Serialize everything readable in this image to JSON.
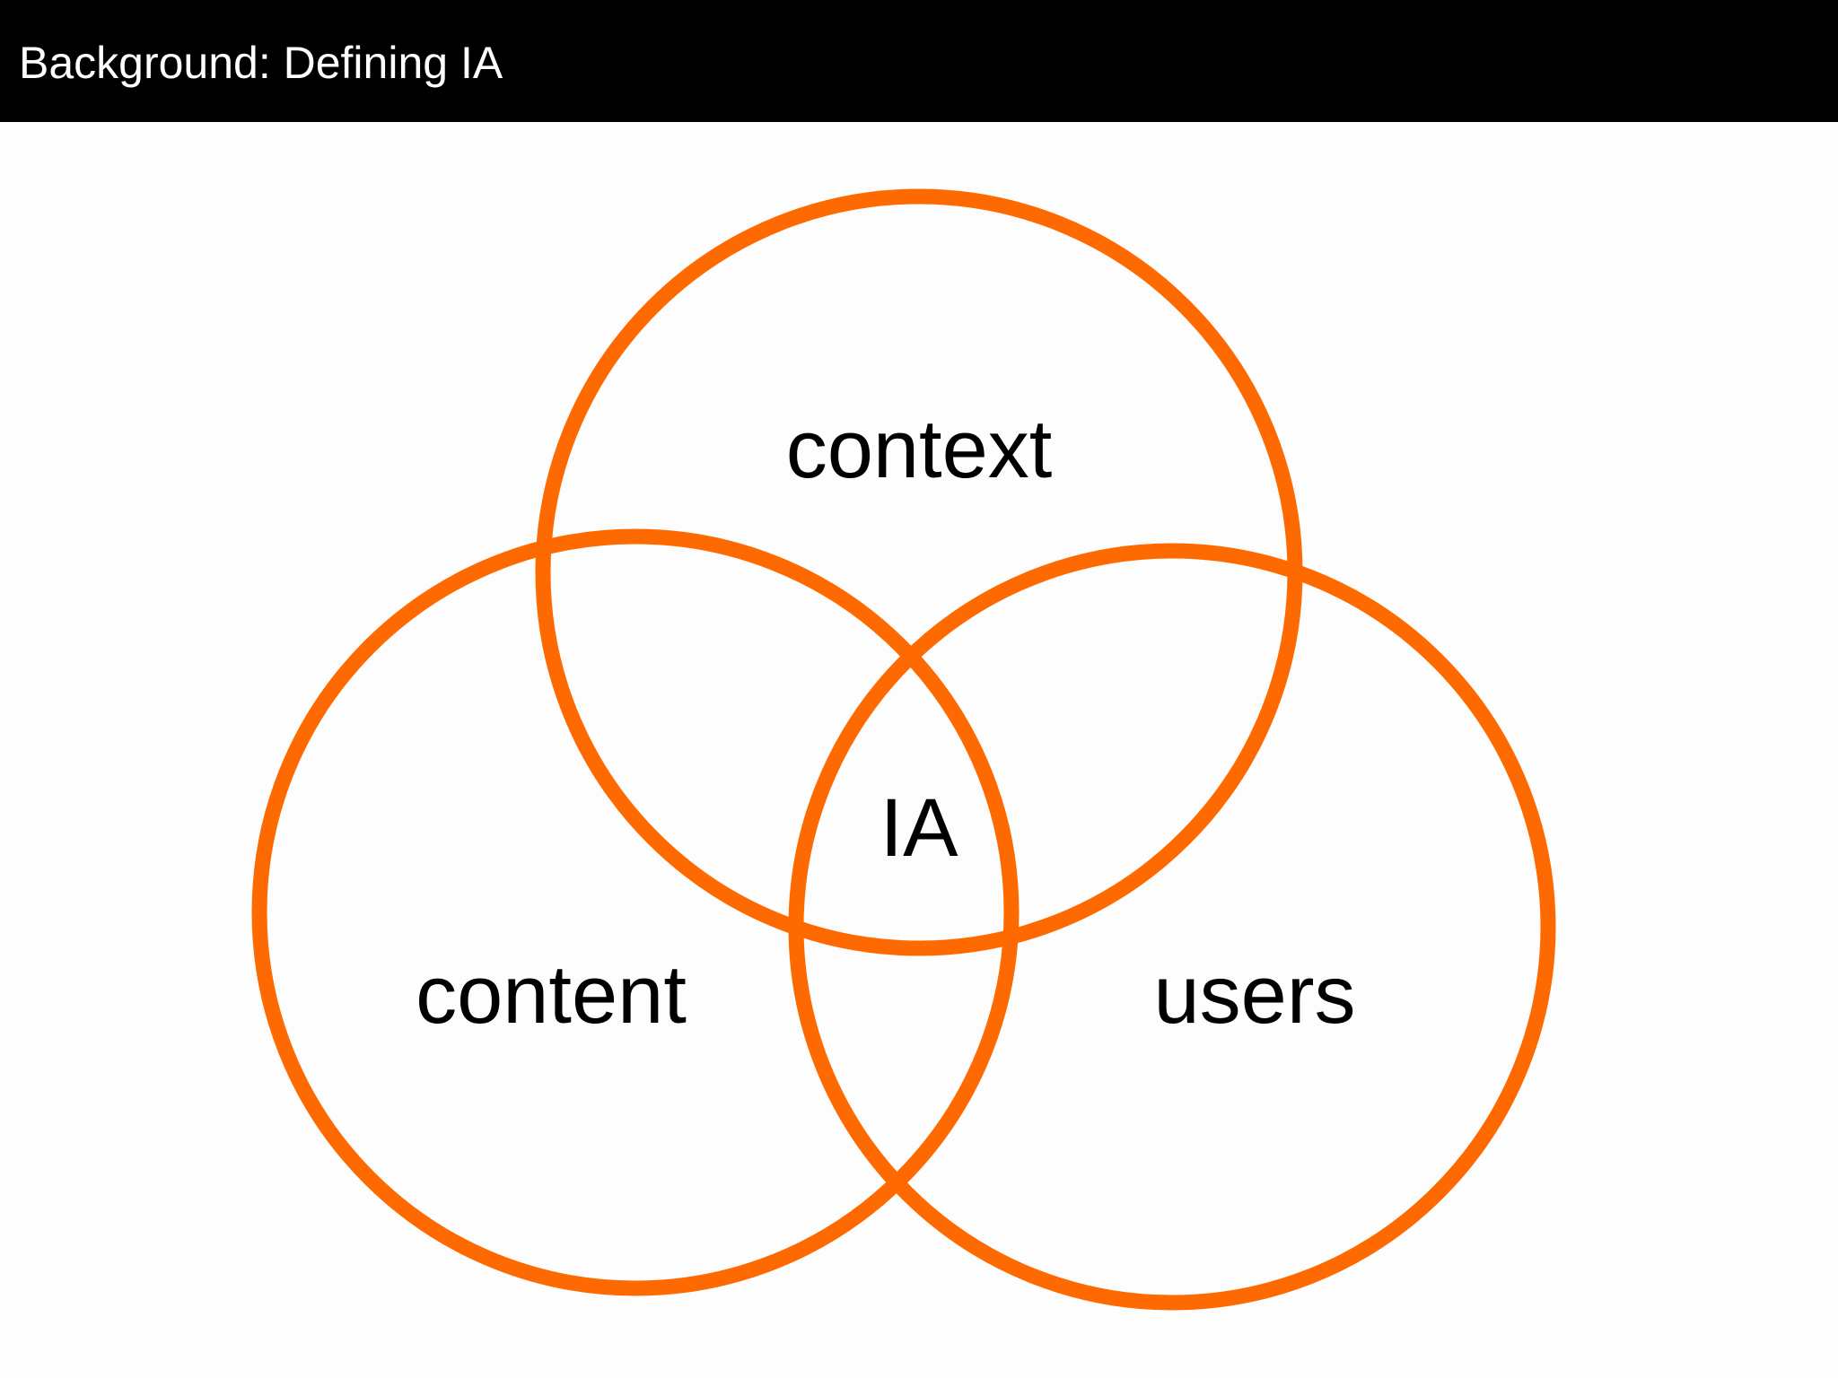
{
  "slide": {
    "title": "Background: Defining IA",
    "header_color": "#000000",
    "accent_color": "#ff6a00"
  },
  "venn": {
    "sets": [
      {
        "id": "context",
        "label": "context"
      },
      {
        "id": "content",
        "label": "content"
      },
      {
        "id": "users",
        "label": "users"
      }
    ],
    "intersection_label": "IA"
  }
}
